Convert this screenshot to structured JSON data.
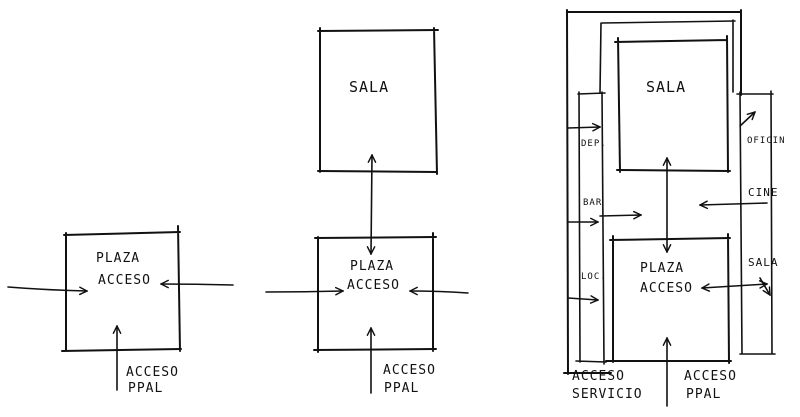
{
  "diagram1": {
    "plaza": [
      "PLAZA",
      "ACCESO"
    ],
    "acceso": [
      "ACCESO",
      "PPAL"
    ]
  },
  "diagram2": {
    "sala": "SALA",
    "plaza": [
      "PLAZA",
      "ACCESO"
    ],
    "acceso": [
      "ACCESO",
      "PPAL"
    ]
  },
  "diagram3": {
    "sala": "SALA",
    "plaza": [
      "PLAZA",
      "ACCESO"
    ],
    "acceso": [
      "ACCESO",
      "PPAL"
    ],
    "servicio": [
      "ACCESO",
      "SERVICIO"
    ],
    "left_rooms": [
      "DEP.",
      "BAR",
      "LOC."
    ],
    "right_rooms": [
      "OFICIN",
      "CINE",
      "SALA"
    ]
  }
}
